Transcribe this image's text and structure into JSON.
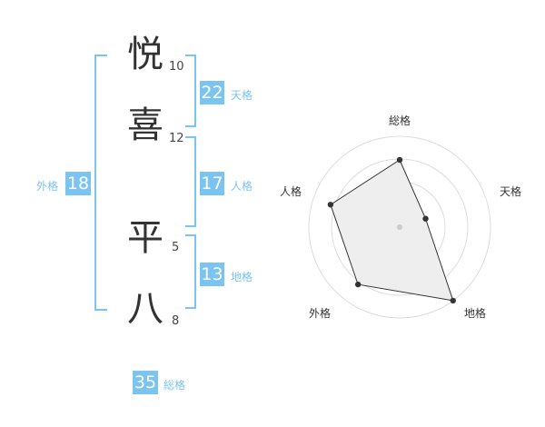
{
  "name_chars": [
    {
      "char": "悦",
      "strokes": "10"
    },
    {
      "char": "喜",
      "strokes": "12"
    },
    {
      "char": "平",
      "strokes": "5"
    },
    {
      "char": "八",
      "strokes": "8"
    }
  ],
  "fortune": {
    "tenkaku": {
      "value": "22",
      "label": "天格"
    },
    "jinkaku": {
      "value": "17",
      "label": "人格"
    },
    "chikaku": {
      "value": "13",
      "label": "地格"
    },
    "gaikaku": {
      "value": "18",
      "label": "外格"
    },
    "soukaku": {
      "value": "35",
      "label": "総格"
    }
  },
  "colors": {
    "accent": "#7cc4f0",
    "text": "#333333",
    "grid": "#dddddd",
    "fill": "#eeeeee"
  },
  "chart_data": {
    "type": "radar",
    "axes": [
      "総格",
      "天格",
      "地格",
      "外格",
      "人格"
    ],
    "values": [
      0.74,
      0.3,
      1.0,
      0.78,
      0.8
    ],
    "max": 1.0,
    "rings": 4
  }
}
